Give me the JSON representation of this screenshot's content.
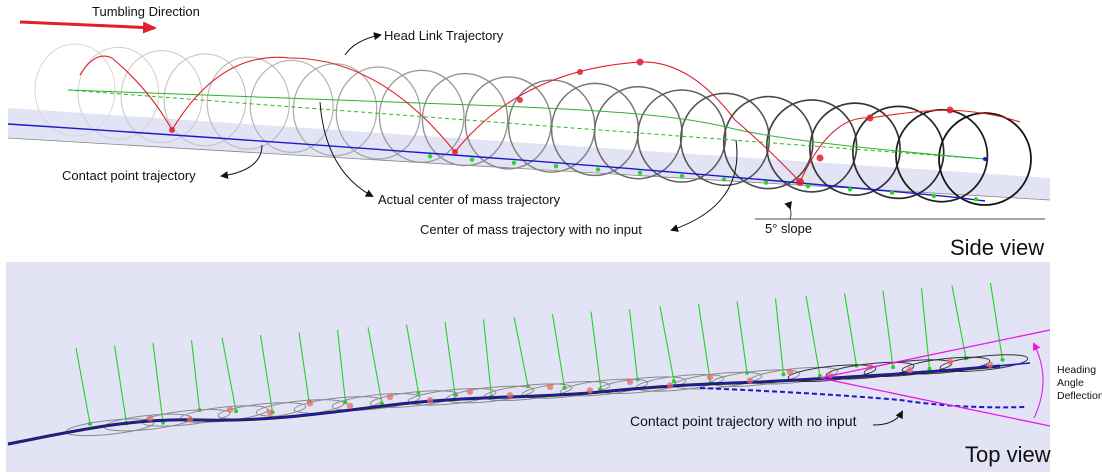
{
  "side_view": {
    "title": "Side view",
    "tumbling_direction": "Tumbling Direction",
    "head_link_trajectory": "Head Link Trajectory",
    "contact_point_trajectory": "Contact point trajectory",
    "actual_com_trajectory": "Actual center of mass trajectory",
    "com_no_input": "Center of mass trajectory with no input",
    "slope": "5° slope"
  },
  "top_view": {
    "title": "Top view",
    "contact_no_input": "Contact point trajectory with no input",
    "heading_line1": "Heading",
    "heading_line2": "Angle",
    "heading_line3": "Deflection"
  },
  "colors": {
    "head_link": "#e0202a",
    "com": "#2bb52b",
    "contact": "#1a1ac8",
    "heading_deflection": "#e61ae6",
    "panel": "#e3e3f6"
  }
}
